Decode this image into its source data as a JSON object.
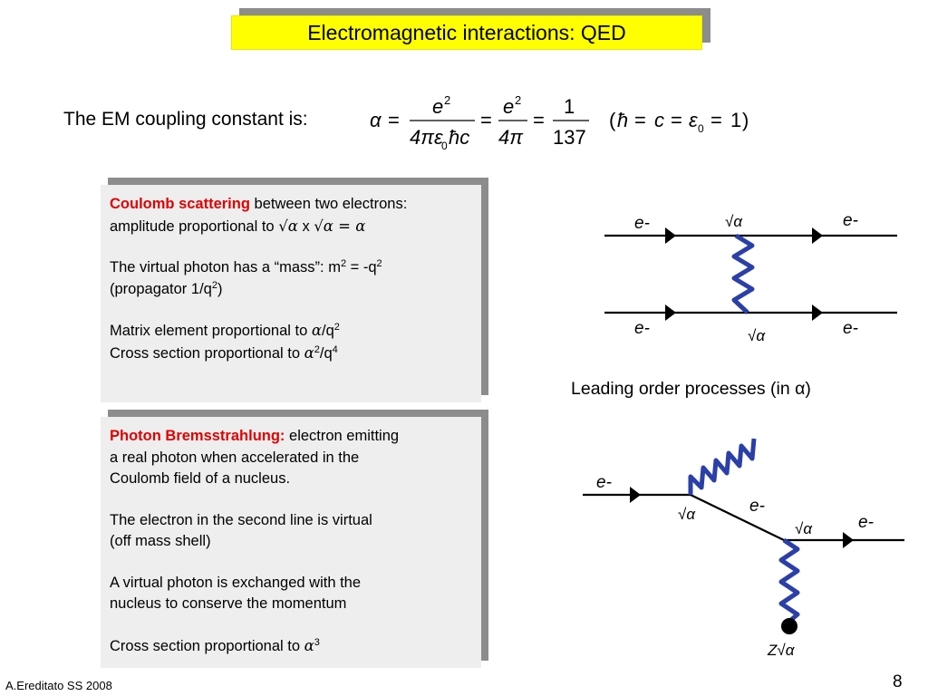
{
  "title": "Electromagnetic interactions: QED",
  "coupling": {
    "label": "The EM coupling constant is:",
    "alpha": "α",
    "eq": "=",
    "num1": "e",
    "den1": "4πε",
    "den1_sub": "0",
    "den1_tail": "ħc",
    "num2": "e",
    "den2": "4π",
    "num3": "1",
    "den3": "137",
    "sq": "2",
    "units_open": "(",
    "hbar": "ħ",
    "c": "c",
    "eps": "ε",
    "eps_sub": "0",
    "one": "1",
    "units_close": ")"
  },
  "coulomb_panel": {
    "heading": "Coulomb scattering",
    "line1_rest": " between two electrons:",
    "line2": "amplitude proportional to ",
    "line2_math_a": "√α",
    "line2_x": " x ",
    "line2_math_b": "√α = α",
    "line3": "The virtual photon has a “mass”: m",
    "line3_sup1": "2",
    "line3_mid": " = -q",
    "line3_sup2": "2",
    "line4": "(propagator 1/q",
    "line4_sup": "2",
    "line4_end": ")",
    "line5": "Matrix element proportional to ",
    "line5_alpha": "α",
    "line5_tail": "/q",
    "line5_sup": "2",
    "line6": "Cross section proportional to ",
    "line6_alpha": "α",
    "line6_sup1": "2",
    "line6_tail": "/q",
    "line6_sup2": "4"
  },
  "brem_panel": {
    "heading": "Photon Bremsstrahlung:",
    "line1_rest": " electron emitting",
    "line2": "a real photon when accelerated in the",
    "line3": "Coulomb field of a nucleus.",
    "line4": "The electron in the second line is virtual",
    "line5": "(off mass shell)",
    "line6": "A virtual photon is exchanged with the",
    "line7": "nucleus to conserve the momentum",
    "line8": "Cross section proportional to ",
    "line8_alpha": "α",
    "line8_sup": "3"
  },
  "diagram1": {
    "electron_label": "e-",
    "vertex_label": "√α"
  },
  "diagram2": {
    "electron_label": "e-",
    "vertex_label": "√α",
    "nucleus_label": "Z√α"
  },
  "leading": "Leading order processes (in α)",
  "footer": "A.Ereditato SS 2008",
  "page_number": "8",
  "colors": {
    "title_bg": "#ffff00",
    "panel_bg": "#eeeeee",
    "shadow": "#8c8c8c",
    "heading_red": "#e00000",
    "photon_blue": "#2b3fa8"
  }
}
